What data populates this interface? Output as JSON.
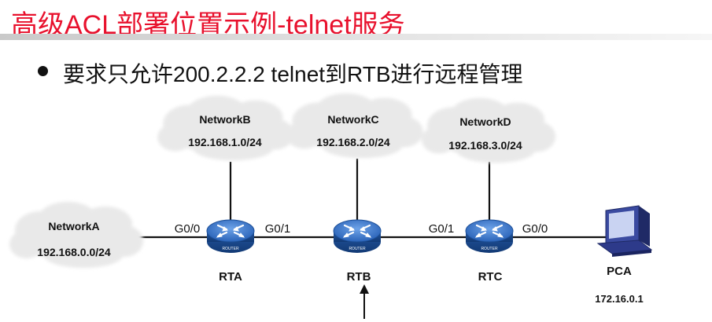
{
  "page": {
    "title": "高级ACL部署位置示例-telnet服务",
    "requirement": "要求只允许200.2.2.2 telnet到RTB进行远程管理"
  },
  "diagram": {
    "networks": [
      {
        "name": "NetworkA",
        "subnet": "192.168.0.0/24"
      },
      {
        "name": "NetworkB",
        "subnet": "192.168.1.0/24"
      },
      {
        "name": "NetworkC",
        "subnet": "192.168.2.0/24"
      },
      {
        "name": "NetworkD",
        "subnet": "192.168.3.0/24"
      }
    ],
    "routers": [
      {
        "name": "RTA",
        "tag": "ROUTER"
      },
      {
        "name": "RTB",
        "tag": "ROUTER"
      },
      {
        "name": "RTC",
        "tag": "ROUTER"
      }
    ],
    "interfaces": {
      "rta_left": "G0/0",
      "rta_right": "G0/1",
      "rtc_left": "G0/1",
      "rtc_right": "G0/0"
    },
    "host": {
      "name": "PCA",
      "ip": "172.16.0.1"
    }
  },
  "colors": {
    "title": "#e8112d",
    "router_dark": "#1a4f9c",
    "router_light": "#4f8ad8",
    "cloud": "#e9e9e9",
    "pc": "#2d3a8a"
  }
}
